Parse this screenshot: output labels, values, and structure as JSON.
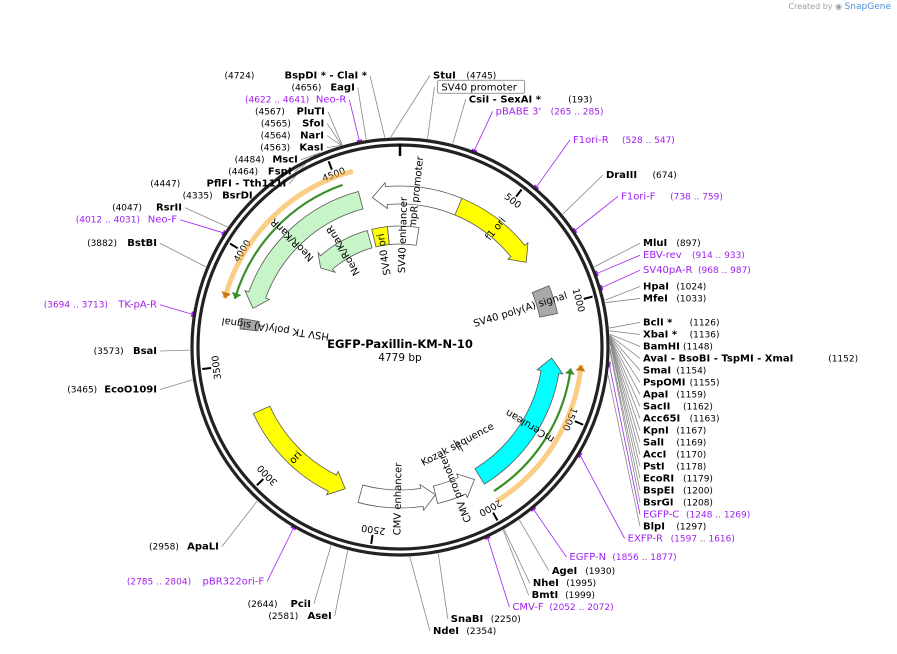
{
  "credit": {
    "prefix": "Created by",
    "brand": "SnapGene"
  },
  "plasmid": {
    "name": "EGFP-Paxillin-KM-N-10",
    "length_label": "4779 bp",
    "length": 4779
  },
  "colors": {
    "primer": "#a020f0",
    "enzyme": "#000000",
    "ori": "#ffff00",
    "cyan": "#00ffff",
    "green_feature": "#c8f5c8",
    "frame_orange": "#f5a623",
    "frame_green": "#3a8e2a",
    "gray_feature": "#a9a9a9"
  },
  "ticks": [
    {
      "pos": 500,
      "label": "500"
    },
    {
      "pos": 1000,
      "label": "1000"
    },
    {
      "pos": 1500,
      "label": "1500"
    },
    {
      "pos": 2000,
      "label": "2000"
    },
    {
      "pos": 2500,
      "label": "2500"
    },
    {
      "pos": 3000,
      "label": "3000"
    },
    {
      "pos": 3500,
      "label": "3500"
    },
    {
      "pos": 4000,
      "label": "4000"
    },
    {
      "pos": 4500,
      "label": "4500"
    }
  ],
  "features": [
    {
      "name": "f1 ori",
      "start": 290,
      "end": 745,
      "dir": 1,
      "ring": 1,
      "color": "#ffff00",
      "label": "f1 ori"
    },
    {
      "name": "SV40 poly(A) signal",
      "start": 898,
      "end": 1035,
      "dir": 0,
      "ring": 1,
      "color": "#a9a9a9",
      "label": "SV40 poly(A) signal"
    },
    {
      "name": "mCerulean",
      "start": 1250,
      "end": 1970,
      "dir": -1,
      "ring": 1,
      "color": "#00ffff",
      "label": "mCerulean"
    },
    {
      "name": "Kozak sequence",
      "start": 1968,
      "end": 1978,
      "dir": 0,
      "ring": 1,
      "color": "#ffffff",
      "label": "Kozak sequence"
    },
    {
      "name": "CMV promoter",
      "start": 2000,
      "end": 2210,
      "dir": -1,
      "ring": 1,
      "color": "#ffffff",
      "label": "CMV promoter"
    },
    {
      "name": "CMV enhancer",
      "start": 2210,
      "end": 2590,
      "dir": -1,
      "ring": 1,
      "color": "#ffffff",
      "label": "CMV enhancer"
    },
    {
      "name": "ori",
      "start": 2670,
      "end": 3260,
      "dir": -1,
      "ring": 1,
      "color": "#ffff00",
      "label": "ori"
    },
    {
      "name": "HSV TK poly(A) signal",
      "start": 3670,
      "end": 3720,
      "dir": 0,
      "ring": 1,
      "color": "#a9a9a9",
      "label": "HSV TK poly(A) signal"
    },
    {
      "name": "NeoR/KanR outer",
      "start": 3780,
      "end": 4580,
      "dir": -1,
      "ring": 1,
      "color": "#c8f5c8",
      "label": "NeoR/KanR"
    },
    {
      "name": "AmpR promoter",
      "start": 4640,
      "end": 300,
      "dir": -1,
      "ring": 1,
      "color": "#ffffff",
      "label": "AmpR promoter"
    },
    {
      "name": "NeoR/KanR inner",
      "start": 4180,
      "end": 4570,
      "dir": -1,
      "ring": 2,
      "color": "#c8f5c8",
      "label": "NeoR/KanR"
    },
    {
      "name": "SV40 ori",
      "start": 4600,
      "end": 4700,
      "dir": 0,
      "ring": 2,
      "color": "#ffff00",
      "label": "SV40 ori"
    },
    {
      "name": "SV40 enhancer",
      "start": 4700,
      "end": 120,
      "dir": 0,
      "ring": 2,
      "color": "#ffffff",
      "label": "SV40 enhancer"
    }
  ],
  "frames": [
    {
      "start": 3790,
      "end": 4580,
      "dir": -1,
      "ring": "outer",
      "color": "#f5a623"
    },
    {
      "start": 3800,
      "end": 4520,
      "dir": -1,
      "ring": "inner",
      "color": "#3a8e2a"
    },
    {
      "start": 1270,
      "end": 1960,
      "dir": -1,
      "ring": "outer",
      "color": "#f5a623"
    },
    {
      "start": 1290,
      "end": 1950,
      "dir": -1,
      "ring": "inner",
      "color": "#3a8e2a"
    }
  ],
  "labels": [
    {
      "pos": 4724,
      "text": "BspDI * - ClaI *",
      "coord": "(4724)",
      "kind": "enzyme",
      "side": "L"
    },
    {
      "pos": 4656,
      "text": "EagI",
      "coord": "(4656)",
      "kind": "enzyme",
      "side": "L"
    },
    {
      "pos": 4745,
      "text": "StuI",
      "coord": "(4745)",
      "kind": "enzyme",
      "side": "R"
    },
    {
      "pos": 4631,
      "text": "Neo-R",
      "coord": "(4622 .. 4641)",
      "kind": "primer",
      "side": "L"
    },
    {
      "pos": 4567,
      "text": "PluTI",
      "coord": "(4567)",
      "kind": "enzyme",
      "side": "L"
    },
    {
      "pos": 4565,
      "text": "SfoI",
      "coord": "(4565)",
      "kind": "enzyme",
      "side": "L"
    },
    {
      "pos": 4564,
      "text": "NarI",
      "coord": "(4564)",
      "kind": "enzyme",
      "side": "L"
    },
    {
      "pos": 4563,
      "text": "KasI",
      "coord": "(4563)",
      "kind": "enzyme",
      "side": "L"
    },
    {
      "pos": 4484,
      "text": "MscI",
      "coord": "(4484)",
      "kind": "enzyme",
      "side": "L"
    },
    {
      "pos": 4464,
      "text": "FspI",
      "coord": "(4464)",
      "kind": "enzyme",
      "side": "L"
    },
    {
      "pos": 4447,
      "text": "PflFI - Tth111I",
      "coord": "(4447)",
      "kind": "enzyme",
      "side": "L"
    },
    {
      "pos": 4335,
      "text": "BsrDI",
      "coord": "(4335)",
      "kind": "enzyme",
      "side": "L"
    },
    {
      "pos": 4047,
      "text": "RsrII",
      "coord": "(4047)",
      "kind": "enzyme",
      "side": "L"
    },
    {
      "pos": 4021,
      "text": "Neo-F",
      "coord": "(4012 .. 4031)",
      "kind": "primer",
      "side": "L"
    },
    {
      "pos": 3882,
      "text": "BstBI",
      "coord": "(3882)",
      "kind": "enzyme",
      "side": "L"
    },
    {
      "pos": 3703,
      "text": "TK-pA-R",
      "coord": "(3694 .. 3713)",
      "kind": "primer",
      "side": "L"
    },
    {
      "pos": 3573,
      "text": "BsaI",
      "coord": "(3573)",
      "kind": "enzyme",
      "side": "L"
    },
    {
      "pos": 3465,
      "text": "EcoO109I",
      "coord": "(3465)",
      "kind": "enzyme",
      "side": "L"
    },
    {
      "pos": 2958,
      "text": "ApaLI",
      "coord": "(2958)",
      "kind": "enzyme",
      "side": "L"
    },
    {
      "pos": 2794,
      "text": "pBR322ori-F",
      "coord": "(2785 .. 2804)",
      "kind": "primer",
      "side": "L"
    },
    {
      "pos": 2644,
      "text": "PciI",
      "coord": "(2644)",
      "kind": "enzyme",
      "side": "L"
    },
    {
      "pos": 2581,
      "text": "AseI",
      "coord": "(2581)",
      "kind": "enzyme",
      "side": "L"
    },
    {
      "pos": 2354,
      "text": "NdeI",
      "coord": "(2354)",
      "kind": "enzyme",
      "side": "R"
    },
    {
      "pos": 2250,
      "text": "SnaBI",
      "coord": "(2250)",
      "kind": "enzyme",
      "side": "R"
    },
    {
      "pos": 2062,
      "text": "CMV-F",
      "coord": "(2052 .. 2072)",
      "kind": "primer",
      "side": "R"
    },
    {
      "pos": 1999,
      "text": "BmtI",
      "coord": "(1999)",
      "kind": "enzyme",
      "side": "R"
    },
    {
      "pos": 1995,
      "text": "NheI",
      "coord": "(1995)",
      "kind": "enzyme",
      "side": "R"
    },
    {
      "pos": 1930,
      "text": "AgeI",
      "coord": "(1930)",
      "kind": "enzyme",
      "side": "R"
    },
    {
      "pos": 1866,
      "text": "EGFP-N",
      "coord": "(1856 .. 1877)",
      "kind": "primer",
      "side": "R"
    },
    {
      "pos": 1606,
      "text": "EXFP-R",
      "coord": "(1597 .. 1616)",
      "kind": "primer",
      "side": "R"
    },
    {
      "pos": 1297,
      "text": "BlpI",
      "coord": "(1297)",
      "kind": "enzyme",
      "side": "R"
    },
    {
      "pos": 1258,
      "text": "EGFP-C",
      "coord": "(1248 .. 1269)",
      "kind": "primer",
      "side": "R"
    },
    {
      "pos": 1208,
      "text": "BsrGI",
      "coord": "(1208)",
      "kind": "enzyme",
      "side": "R"
    },
    {
      "pos": 1200,
      "text": "BspEI",
      "coord": "(1200)",
      "kind": "enzyme",
      "side": "R"
    },
    {
      "pos": 1179,
      "text": "EcoRI",
      "coord": "(1179)",
      "kind": "enzyme",
      "side": "R"
    },
    {
      "pos": 1178,
      "text": "PstI",
      "coord": "(1178)",
      "kind": "enzyme",
      "side": "R"
    },
    {
      "pos": 1170,
      "text": "AccI",
      "coord": "(1170)",
      "kind": "enzyme",
      "side": "R"
    },
    {
      "pos": 1169,
      "text": "SalI",
      "coord": "(1169)",
      "kind": "enzyme",
      "side": "R"
    },
    {
      "pos": 1167,
      "text": "KpnI",
      "coord": "(1167)",
      "kind": "enzyme",
      "side": "R"
    },
    {
      "pos": 1163,
      "text": "Acc65I",
      "coord": "(1163)",
      "kind": "enzyme",
      "side": "R"
    },
    {
      "pos": 1162,
      "text": "SacII",
      "coord": "(1162)",
      "kind": "enzyme",
      "side": "R"
    },
    {
      "pos": 1159,
      "text": "ApaI",
      "coord": "(1159)",
      "kind": "enzyme",
      "side": "R"
    },
    {
      "pos": 1155,
      "text": "PspOMI",
      "coord": "(1155)",
      "kind": "enzyme",
      "side": "R"
    },
    {
      "pos": 1154,
      "text": "SmaI",
      "coord": "(1154)",
      "kind": "enzyme",
      "side": "R"
    },
    {
      "pos": 1152,
      "text": "AvaI - BsoBI - TspMI - XmaI",
      "coord": "(1152)",
      "kind": "enzyme",
      "side": "R"
    },
    {
      "pos": 1148,
      "text": "BamHI",
      "coord": "(1148)",
      "kind": "enzyme",
      "side": "R"
    },
    {
      "pos": 1136,
      "text": "XbaI *",
      "coord": "(1136)",
      "kind": "enzyme",
      "side": "R"
    },
    {
      "pos": 1126,
      "text": "BclI *",
      "coord": "(1126)",
      "kind": "enzyme",
      "side": "R"
    },
    {
      "pos": 1033,
      "text": "MfeI",
      "coord": "(1033)",
      "kind": "enzyme",
      "side": "R"
    },
    {
      "pos": 1024,
      "text": "HpaI",
      "coord": "(1024)",
      "kind": "enzyme",
      "side": "R"
    },
    {
      "pos": 977,
      "text": "SV40pA-R",
      "coord": "(968 .. 987)",
      "kind": "primer",
      "side": "R"
    },
    {
      "pos": 923,
      "text": "EBV-rev",
      "coord": "(914 .. 933)",
      "kind": "primer",
      "side": "R"
    },
    {
      "pos": 897,
      "text": "MluI",
      "coord": "(897)",
      "kind": "enzyme",
      "side": "R"
    },
    {
      "pos": 748,
      "text": "F1ori-F",
      "coord": "(738 .. 759)",
      "kind": "primer",
      "side": "R"
    },
    {
      "pos": 674,
      "text": "DraIII",
      "coord": "(674)",
      "kind": "enzyme",
      "side": "R"
    },
    {
      "pos": 537,
      "text": "F1ori-R",
      "coord": "(528 .. 547)",
      "kind": "primer",
      "side": "R"
    },
    {
      "pos": 275,
      "text": "pBABE 3'",
      "coord": "(265 .. 285)",
      "kind": "primer",
      "side": "R"
    },
    {
      "pos": 193,
      "text": "CsiI - SexAI *",
      "coord": "(193)",
      "kind": "enzyme",
      "side": "R"
    },
    {
      "pos": 100,
      "text": "SV40 promoter",
      "coord": "",
      "kind": "feature-box",
      "side": "R"
    }
  ]
}
